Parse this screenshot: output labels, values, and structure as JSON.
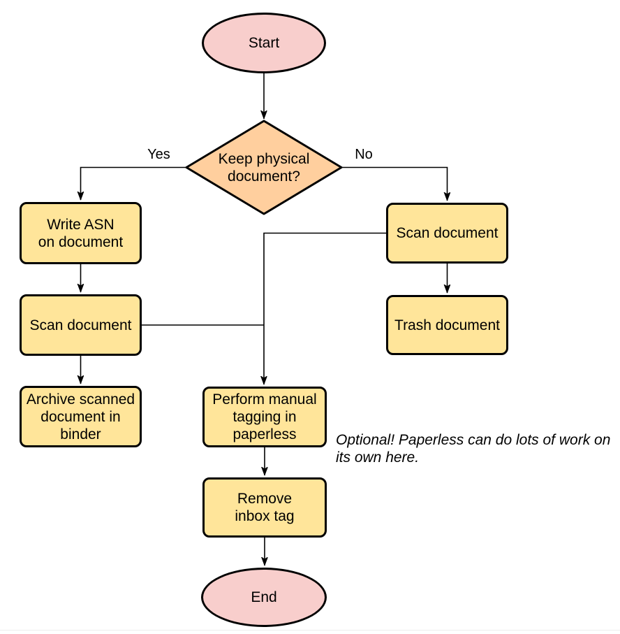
{
  "nodes": {
    "start": {
      "label": "Start",
      "type": "terminal"
    },
    "decision": {
      "label": "Keep physical\ndocument?",
      "type": "decision"
    },
    "write_asn": {
      "label": "Write ASN\non document",
      "type": "process"
    },
    "scan_left": {
      "label": "Scan document",
      "type": "process"
    },
    "archive": {
      "label": "Archive scanned\ndocument in\nbinder",
      "type": "process"
    },
    "scan_right": {
      "label": "Scan document",
      "type": "process"
    },
    "trash": {
      "label": "Trash document",
      "type": "process"
    },
    "tagging": {
      "label": "Perform manual\ntagging in\npaperless",
      "type": "process"
    },
    "remove_inbox": {
      "label": "Remove\ninbox tag",
      "type": "process"
    },
    "end": {
      "label": "End",
      "type": "terminal"
    }
  },
  "edge_labels": {
    "yes": "Yes",
    "no": "No"
  },
  "annotation": {
    "text": "Optional! Paperless can do lots of work on\nits own here."
  },
  "colors": {
    "terminal_fill": "#f8cecc",
    "decision_fill": "#ffcf9e",
    "process_fill": "#ffe59a",
    "stroke": "#000000",
    "text": "#000000"
  }
}
